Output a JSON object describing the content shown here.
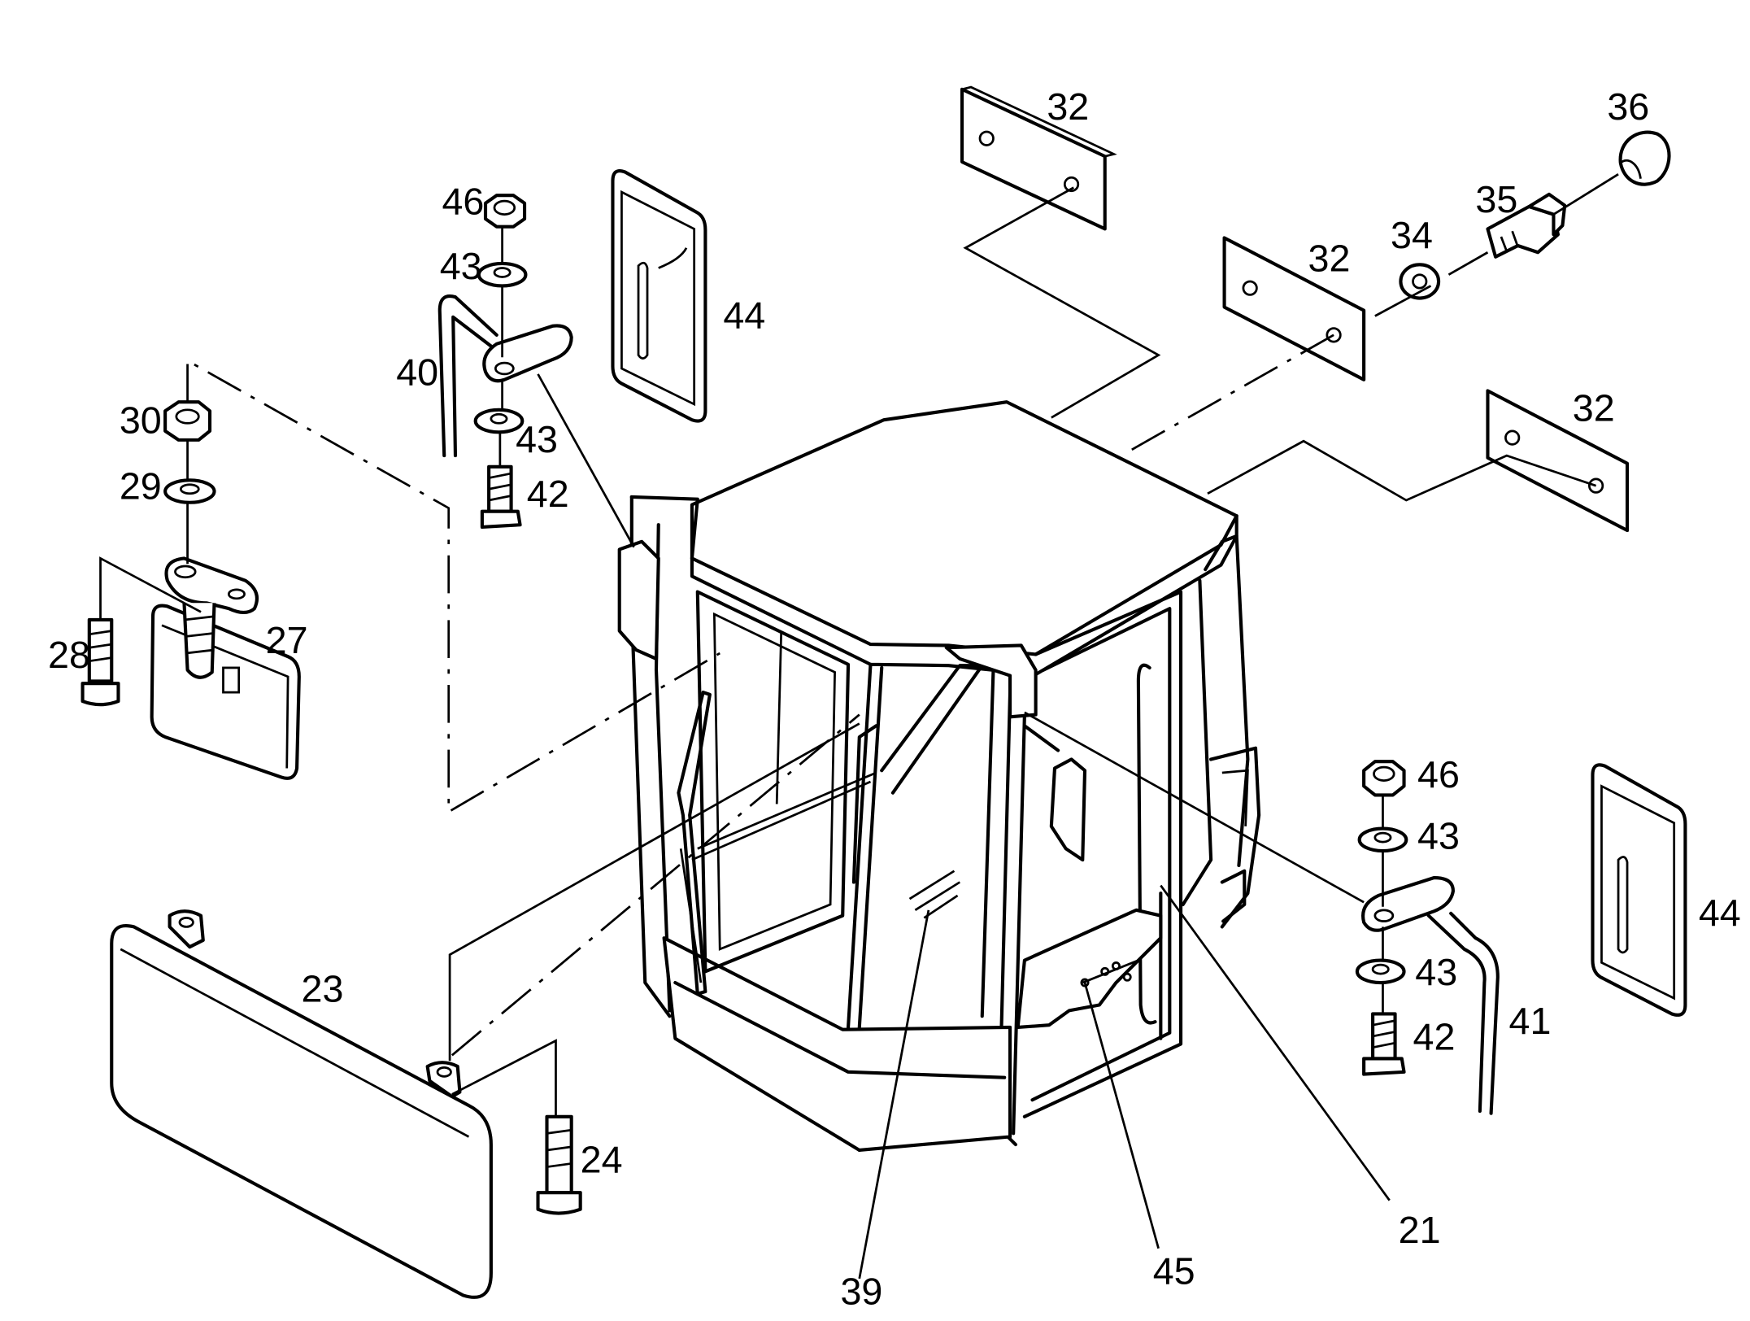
{
  "diagram": {
    "callouts": {
      "c21": "21",
      "c23": "23",
      "c24": "24",
      "c27": "27",
      "c28": "28",
      "c29": "29",
      "c30": "30",
      "c32a": "32",
      "c32b": "32",
      "c32c": "32",
      "c34": "34",
      "c35": "35",
      "c36": "36",
      "c39": "39",
      "c40": "40",
      "c41": "41",
      "c42a": "42",
      "c42b": "42",
      "c43a": "43",
      "c43b": "43",
      "c43c": "43",
      "c43d": "43",
      "c44a": "44",
      "c44b": "44",
      "c45": "45",
      "c46a": "46",
      "c46b": "46"
    }
  }
}
